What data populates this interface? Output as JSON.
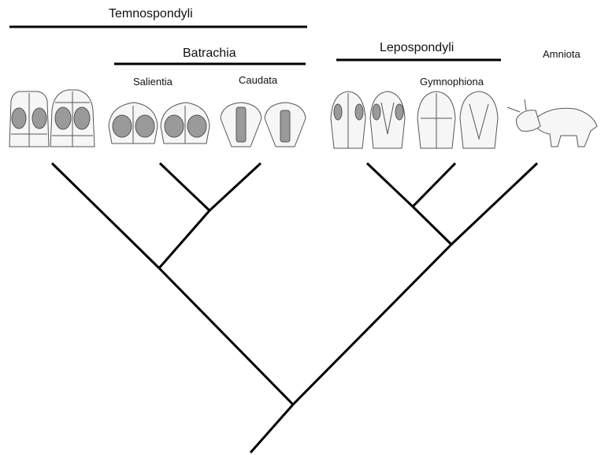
{
  "groups": {
    "temnospondyli": "Temnospondyli",
    "batrachia": "Batrachia",
    "lepospondyli": "Lepospondyli",
    "amniota": "Amniota"
  },
  "subgroups": {
    "salientia": "Salientia",
    "caudata": "Caudata",
    "gymnophiona": "Gymnophiona"
  },
  "illustrations": {
    "temnospondyl_skulls": "temnospondyl-skull-icon",
    "salientia_skulls": "frog-skull-icon",
    "caudata_skulls": "salamander-skull-icon",
    "lepospondyl_skulls": "lepospondyl-skull-icon",
    "gymnophiona_skull": "caecilian-skull-icon",
    "amniota_animal": "triceratops-icon"
  },
  "colors": {
    "line": "#000000",
    "skull_outline": "#555555",
    "skull_fill": "#f6f6f6",
    "orbit_fill": "#9a9a9a"
  }
}
